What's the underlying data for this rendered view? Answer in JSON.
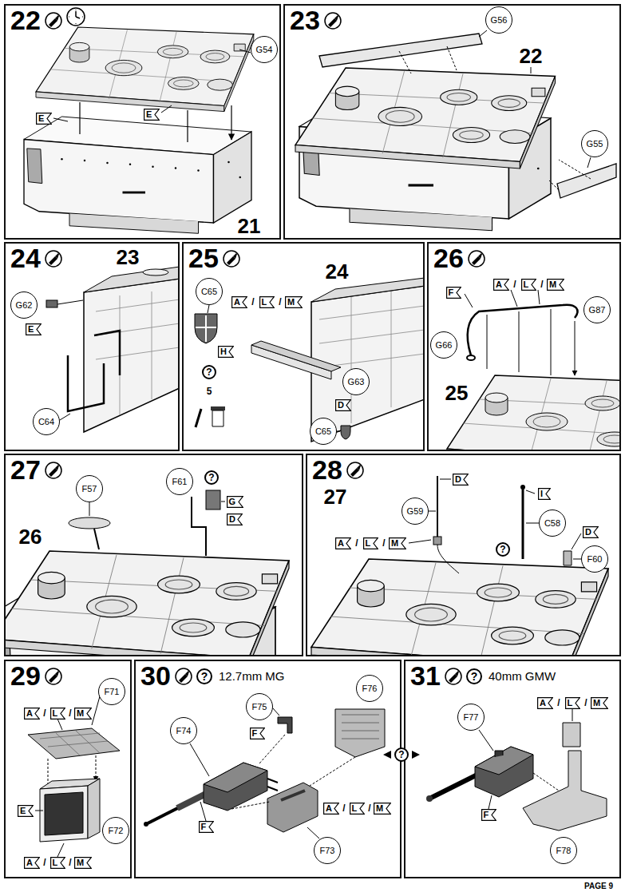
{
  "diagram": {
    "nodes": [
      {
        "text": [
          "22"
        ]
      },
      {
        "text": [
          "G54"
        ],
        "in": 0
      },
      {
        "text": [
          "E"
        ],
        "in": 0
      },
      {
        "text": [
          "E"
        ],
        "in": 0
      },
      {
        "text": [
          "23"
        ]
      },
      {
        "text": [
          "G56"
        ],
        "in": 4
      },
      {
        "text": [
          "G55"
        ],
        "in": 4
      },
      {
        "text": [
          "24"
        ]
      },
      {
        "text": [
          "G62"
        ],
        "in": 7
      },
      {
        "text": [
          "E"
        ],
        "in": 7
      },
      {
        "text": [
          "C64"
        ],
        "in": 7
      },
      {
        "text": [
          "25"
        ]
      },
      {
        "text": [
          "C65"
        ],
        "in": 11
      },
      {
        "text": [
          "A"
        ],
        "in": 11
      },
      {
        "text": [
          "L"
        ],
        "in": 11
      },
      {
        "text": [
          "M"
        ],
        "in": 11
      },
      {
        "text": [
          "H"
        ],
        "in": 11
      },
      {
        "text": [
          "G63"
        ],
        "in": 11
      },
      {
        "text": [
          "D"
        ],
        "in": 11
      },
      {
        "text": [
          "C65"
        ],
        "in": 11
      },
      {
        "text": [
          "26"
        ]
      },
      {
        "text": [
          "F"
        ],
        "in": 20
      },
      {
        "text": [
          "A"
        ],
        "in": 20
      },
      {
        "text": [
          "L"
        ],
        "in": 20
      },
      {
        "text": [
          "M"
        ],
        "in": 20
      },
      {
        "text": [
          "G87"
        ],
        "in": 20
      },
      {
        "text": [
          "G66"
        ],
        "in": 20
      },
      {
        "text": [
          "27"
        ]
      },
      {
        "text": [
          "F57"
        ],
        "in": 27
      },
      {
        "text": [
          "F61"
        ],
        "in": 27
      },
      {
        "text": [
          "G"
        ],
        "in": 27
      },
      {
        "text": [
          "D"
        ],
        "in": 27
      },
      {
        "text": [
          "28"
        ]
      },
      {
        "text": [
          "D"
        ],
        "in": 32
      },
      {
        "text": [
          "G59"
        ],
        "in": 32
      },
      {
        "text": [
          "I"
        ],
        "in": 32
      },
      {
        "text": [
          "C58"
        ],
        "in": 32
      },
      {
        "text": [
          "A"
        ],
        "in": 32
      },
      {
        "text": [
          "L"
        ],
        "in": 32
      },
      {
        "text": [
          "M"
        ],
        "in": 32
      },
      {
        "text": [
          "D"
        ],
        "in": 32
      },
      {
        "text": [
          "F60"
        ],
        "in": 32
      },
      {
        "text": [
          "29"
        ]
      },
      {
        "text": [
          "A"
        ],
        "in": 42
      },
      {
        "text": [
          "L"
        ],
        "in": 42
      },
      {
        "text": [
          "M"
        ],
        "in": 42
      },
      {
        "text": [
          "F71"
        ],
        "in": 42
      },
      {
        "text": [
          "E"
        ],
        "in": 42
      },
      {
        "text": [
          "F72"
        ],
        "in": 42
      },
      {
        "text": [
          "A"
        ],
        "in": 42
      },
      {
        "text": [
          "L"
        ],
        "in": 42
      },
      {
        "text": [
          "M"
        ],
        "in": 42
      },
      {
        "text": [
          "30",
          "?",
          "12.7mm MG"
        ]
      },
      {
        "text": [
          "F75"
        ],
        "in": 52
      },
      {
        "text": [
          "F76"
        ],
        "in": 52
      },
      {
        "text": [
          "F74"
        ],
        "in": 52
      },
      {
        "text": [
          "F"
        ],
        "in": 52
      },
      {
        "text": [
          "F"
        ],
        "in": 52
      },
      {
        "text": [
          "A"
        ],
        "in": 52
      },
      {
        "text": [
          "L"
        ],
        "in": 52
      },
      {
        "text": [
          "M"
        ],
        "in": 52
      },
      {
        "text": [
          "F73"
        ],
        "in": 52
      },
      {
        "text": [
          "31",
          "?",
          "40mm GMW"
        ]
      },
      {
        "text": [
          "F77"
        ],
        "in": 62
      },
      {
        "text": [
          "A"
        ],
        "in": 62
      },
      {
        "text": [
          "L"
        ],
        "in": 62
      },
      {
        "text": [
          "M"
        ],
        "in": 62
      },
      {
        "text": [
          "F"
        ],
        "in": 62
      },
      {
        "text": [
          "F78"
        ],
        "in": 62
      }
    ],
    "labels": [
      "21",
      "22",
      "23",
      "24",
      "/",
      "/",
      "?",
      "5",
      "25",
      "/",
      "/",
      "26",
      "?",
      "27",
      "/",
      "/",
      "?",
      "/",
      "/",
      "/",
      "/",
      "/",
      "/",
      "?",
      "/",
      "/",
      "PAGE 9"
    ]
  }
}
